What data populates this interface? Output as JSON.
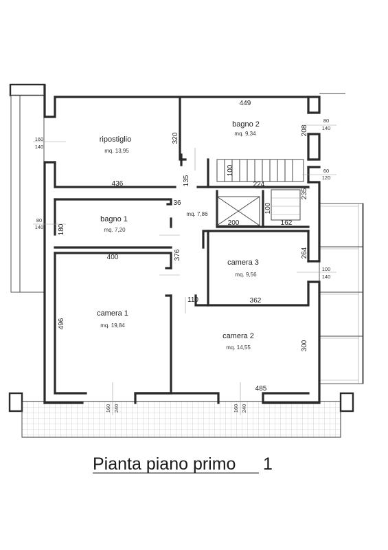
{
  "title": "Pianta piano primo",
  "title_number": "1",
  "rooms": {
    "ripostiglio": {
      "name": "ripostiglio",
      "area": "mq. 13,95"
    },
    "bagno2": {
      "name": "bagno 2",
      "area": "mq. 9,34"
    },
    "bagno1": {
      "name": "bagno 1",
      "area": "mq. 7,20"
    },
    "corridoio": {
      "area": "mq. 7,86"
    },
    "camera3": {
      "name": "camera 3",
      "area": "mq. 9,56"
    },
    "camera1": {
      "name": "camera 1",
      "area": "mq. 19,84"
    },
    "camera2": {
      "name": "camera 2",
      "area": "mq. 14,55"
    }
  },
  "dimensions": {
    "d449": "449",
    "d320": "320",
    "d208": "208",
    "d436": "436",
    "d100a": "100",
    "d135": "135",
    "d224": "224",
    "d235": "235",
    "d36": "36",
    "d100b": "100",
    "d200": "200",
    "d162": "162",
    "d180": "180",
    "d400": "400",
    "d376": "376",
    "d264": "264",
    "d110": "110",
    "d362": "362",
    "d496": "496",
    "d300": "300",
    "d485": "485"
  },
  "openings": {
    "w_left_top": {
      "top": "160",
      "bottom": "140"
    },
    "w_left_mid": {
      "top": "80",
      "bottom": "140"
    },
    "w_right_top": {
      "top": "80",
      "bottom": "140"
    },
    "w_right_mid": {
      "top": "60",
      "bottom": "120"
    },
    "w_right_low": {
      "top": "100",
      "bottom": "140"
    },
    "w_bottom_left": {
      "top": "160",
      "bottom": "240"
    },
    "w_bottom_right": {
      "top": "160",
      "bottom": "240"
    }
  }
}
